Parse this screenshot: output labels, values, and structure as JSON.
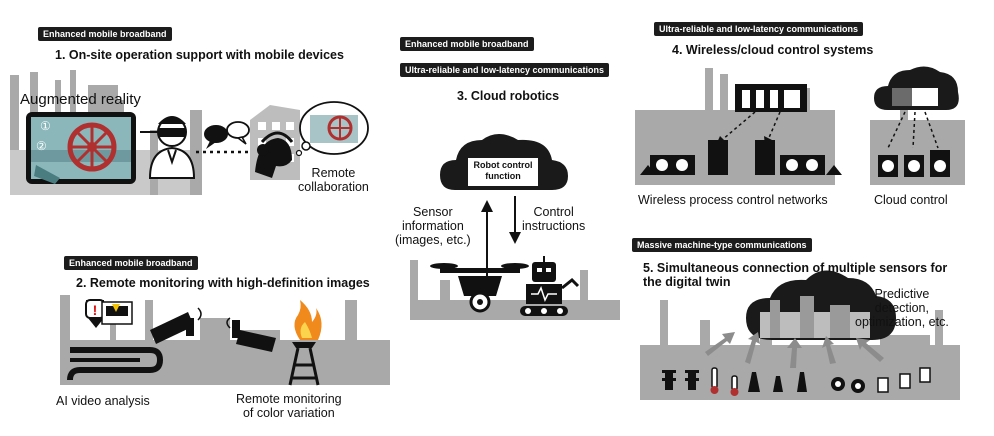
{
  "panel1": {
    "tag": "Enhanced mobile broadband",
    "title": "1. On-site operation support with mobile devices",
    "ar_label": "Augmented reality",
    "marker1": "①",
    "marker2": "②",
    "remote_label": "Remote\ncollaboration"
  },
  "panel2": {
    "tag": "Enhanced mobile broadband",
    "title": "2. Remote monitoring with high-definition images",
    "ai_label": "AI video analysis",
    "color_label": "Remote monitoring\nof color variation"
  },
  "panel3": {
    "tag1": "Enhanced mobile broadband",
    "tag2": "Ultra-reliable and low-latency communications",
    "title": "3. Cloud robotics",
    "cloud_label": "Robot control\nfunction",
    "sensor_label": "Sensor\ninformation\n(images, etc.)",
    "control_label": "Control\ninstructions"
  },
  "panel4": {
    "tag": "Ultra-reliable and low-latency communications",
    "title": "4. Wireless/cloud control systems",
    "wireless_label": "Wireless process control networks",
    "cloud_label": "Cloud control"
  },
  "panel5": {
    "tag": "Massive machine-type communications",
    "title": "5. Simultaneous connection of multiple sensors for\nthe digital twin",
    "predictive_label": "Predictive\ndetection,\noptimization, etc."
  },
  "colors": {
    "dark": "#1a1a1a",
    "gray": "#a9a9a9",
    "teal": "#7fb8bd",
    "red": "#b03030",
    "flame": "#f08a1c"
  }
}
